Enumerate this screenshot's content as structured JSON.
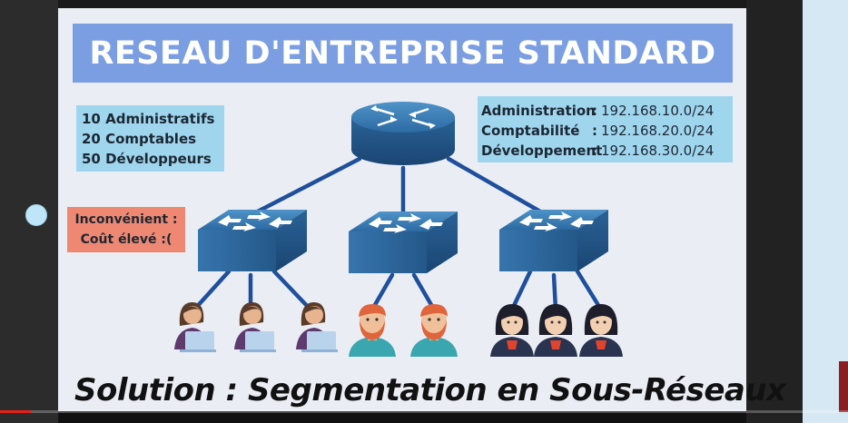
{
  "slide": {
    "title": "RESEAU D'ENTREPRISE STANDARD",
    "teams": [
      "10 Administratifs",
      "20 Comptables",
      "50 Développeurs"
    ],
    "subnets": [
      {
        "name": "Administration",
        "sep": ":",
        "ip": "192.168.10.0/24"
      },
      {
        "name": "Comptabilité",
        "sep": ":",
        "ip": "192.168.20.0/24"
      },
      {
        "name": "Développement",
        "sep": ":",
        "ip": "192.168.30.0/24"
      }
    ],
    "drawback": {
      "line1": "Inconvénient :",
      "line2": "Coût élevé :("
    },
    "caption": "Solution : Segmentation en Sous-Réseaux"
  },
  "player": {
    "progress": 0.036
  },
  "colors": {
    "title_band": "#7b9ee3",
    "info_box": "#9fd6ee",
    "drawback_box": "#ee8872",
    "device_blue": "#2f6fa7",
    "link_blue": "#1f4f9c",
    "progress_red": "#e62117"
  },
  "icons": {
    "router": "router-icon",
    "switch": "switch-icon",
    "admin_user": "admin-user-icon",
    "accountant_user": "accountant-user-icon",
    "developer_user": "developer-user-icon"
  }
}
